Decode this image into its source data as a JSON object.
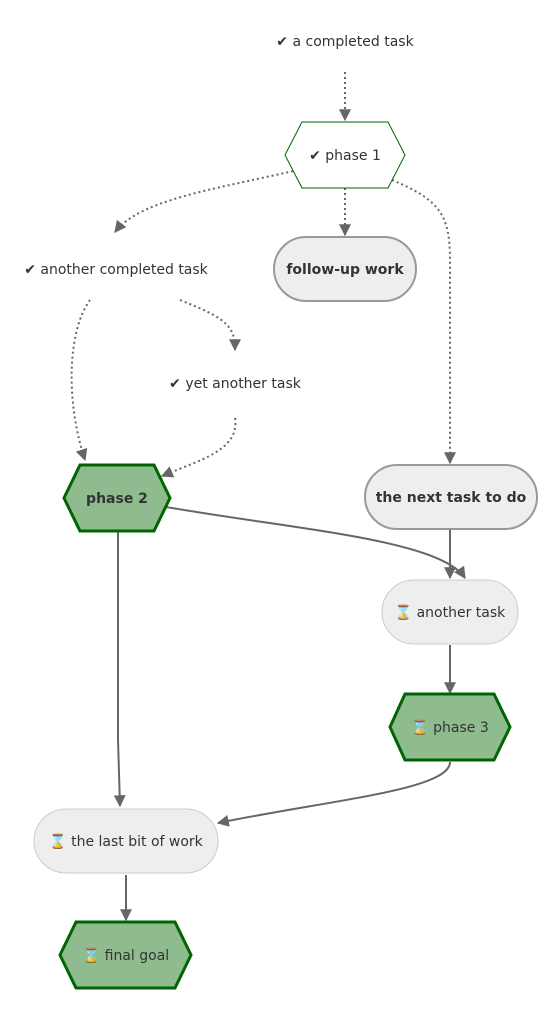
{
  "nodes": {
    "completed_task": {
      "label": "✔ a completed task"
    },
    "phase_1": {
      "label": "✔ phase 1"
    },
    "another_completed_task": {
      "label": "✔ another completed task"
    },
    "follow_up_work": {
      "label": "follow-up work"
    },
    "yet_another_task": {
      "label": "✔ yet another task"
    },
    "phase_2": {
      "label": "phase 2"
    },
    "next_task": {
      "label": "the next task to do"
    },
    "another_task": {
      "label": "⌛ another task"
    },
    "phase_3": {
      "label": "⌛ phase 3"
    },
    "last_bit_of_work": {
      "label": "⌛ the last bit of work"
    },
    "final_goal": {
      "label": "⌛ final goal"
    }
  },
  "colors": {
    "phase_fill": "#8fbc8f",
    "phase_border": "#006400",
    "task_fill": "#eeeeee",
    "task_border": "#999999",
    "edge": "#666666",
    "text": "#333333"
  }
}
